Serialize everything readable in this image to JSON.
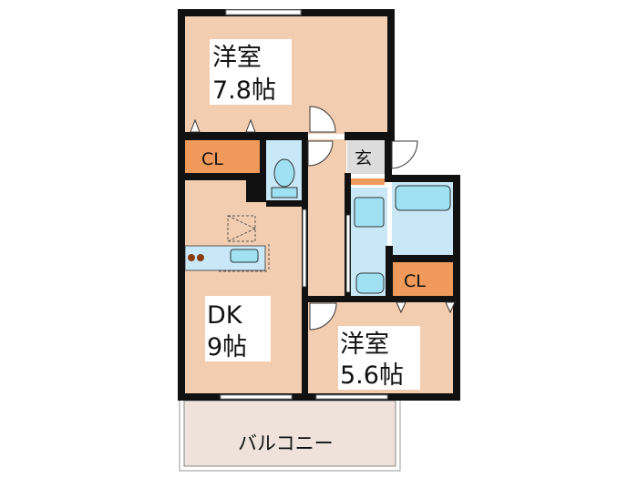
{
  "rooms": {
    "bedroom1": {
      "name": "洋室",
      "size": "7.8帖"
    },
    "dk": {
      "name": "DK",
      "size": "9帖"
    },
    "bedroom2": {
      "name": "洋室",
      "size": "5.6帖"
    },
    "closet1": {
      "name": "CL"
    },
    "closet2": {
      "name": "CL"
    },
    "entrance": {
      "name": "玄"
    },
    "balcony": {
      "name": "バルコニー"
    }
  },
  "colors": {
    "floor": "#f3cdb0",
    "closet": "#ef9a5a",
    "wet_area": "#c8e8f7",
    "fixture": "#9fe0f2",
    "entrance": "#dcdcdc",
    "balcony": "#eee2da",
    "wall": "#111111"
  }
}
